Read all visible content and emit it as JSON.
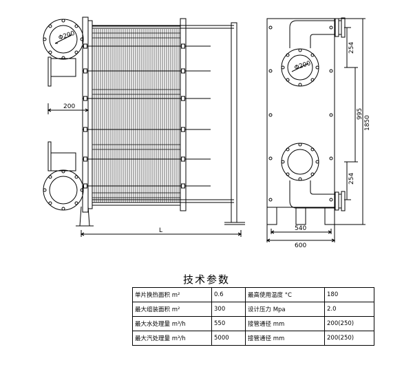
{
  "labels": {
    "diameter_top": "Φ200",
    "diameter_right": "Φ200",
    "width_200": "200",
    "length_L": "L",
    "dim_254_top": "254",
    "dim_995": "995",
    "dim_1850": "1850",
    "dim_254_bottom": "254",
    "dim_540": "540",
    "dim_600": "600"
  },
  "table": {
    "title": "技术参数",
    "rows": [
      {
        "label1": "单片换热面积 m²",
        "value1": "0.6",
        "label2": "最高使用温度 °C",
        "value2": "180"
      },
      {
        "label1": "最大组装面积 m²",
        "value1": "300",
        "label2": "设计压力 Mpa",
        "value2": "2.0"
      },
      {
        "label1": "最大水处理量 m³/h",
        "value1": "550",
        "label2": "接管通径 mm",
        "value2": "200(250)"
      },
      {
        "label1": "最大汽处理量 m³/h",
        "value1": "5000",
        "label2": "接管通径 mm",
        "value2": "200(250)"
      }
    ]
  }
}
